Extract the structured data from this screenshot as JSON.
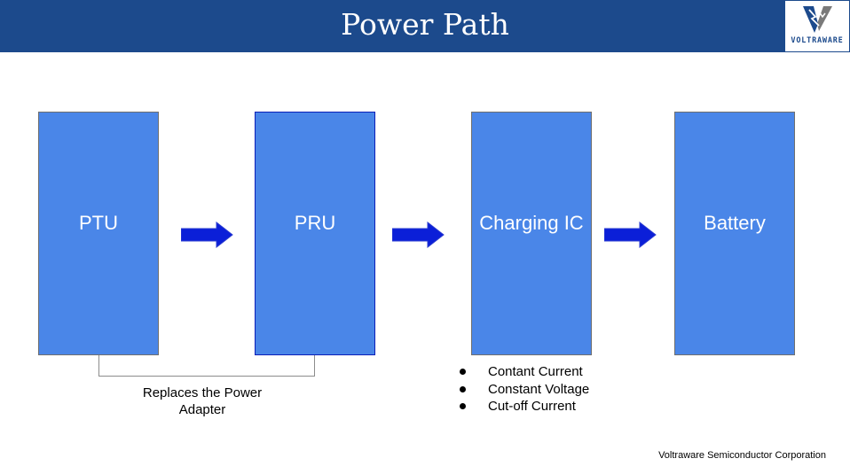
{
  "header": {
    "title": "Power Path",
    "logo_text": "VOLTRAWARE",
    "color": "#1c4a8c"
  },
  "blocks": [
    {
      "label": "PTU"
    },
    {
      "label": "PRU"
    },
    {
      "label": "Charging IC"
    },
    {
      "label": "Battery"
    }
  ],
  "block_color": "#4a86e8",
  "arrow_color": "#0b1fd8",
  "note": {
    "line1": "Replaces the Power",
    "line2": "Adapter"
  },
  "charging_ic_features": [
    "Contant Current",
    "Constant Voltage",
    "Cut-off Current"
  ],
  "footer": "Voltraware Semiconductor Corporation"
}
